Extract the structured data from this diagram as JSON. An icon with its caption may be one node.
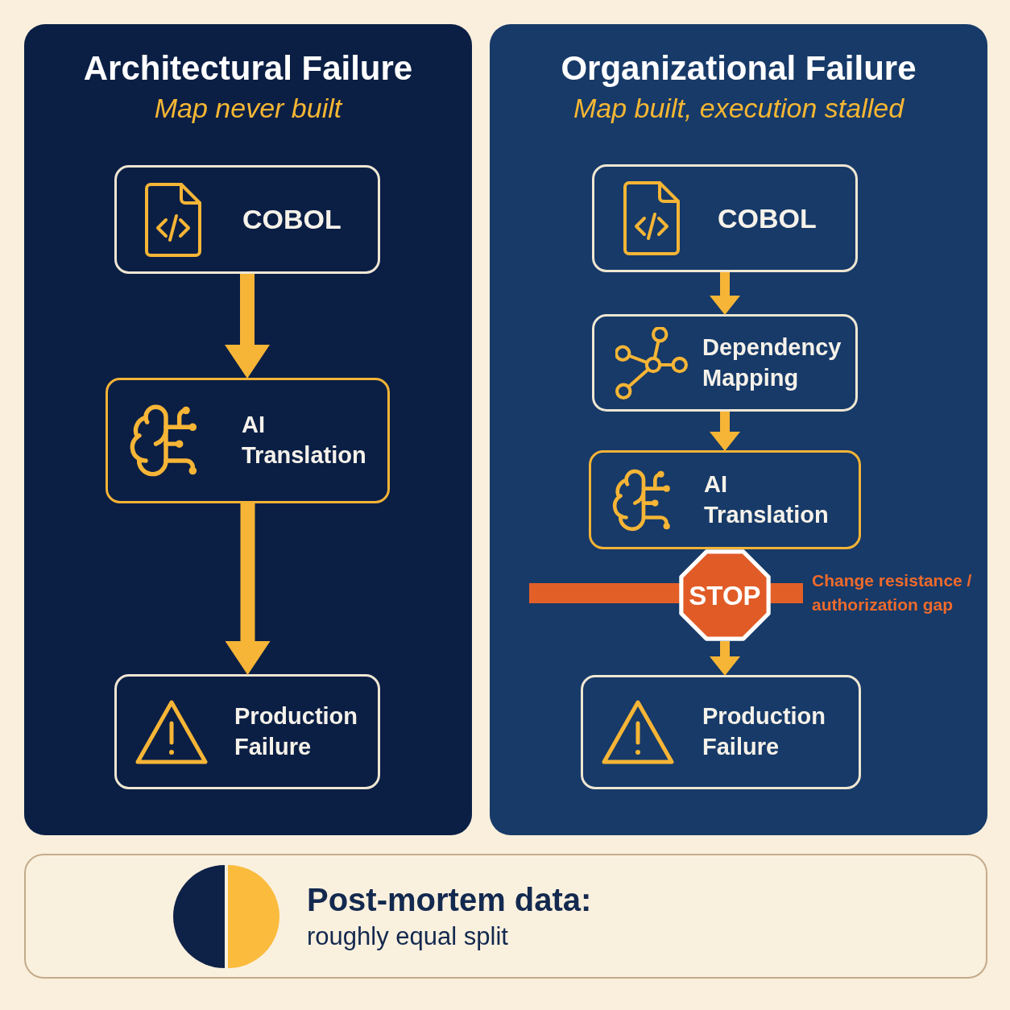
{
  "diagram": {
    "nodes": [
      {
        "text": [
          "Architectural Failure",
          "Map never built"
        ]
      },
      {
        "text": [
          "COBOL"
        ],
        "in": 0
      },
      {
        "text": [
          "AI Translation"
        ],
        "in": 0
      },
      {
        "text": [
          "Production Failure"
        ],
        "in": 0
      },
      {
        "text": [
          "Organizational Failure",
          "Map built, execution stalled"
        ]
      },
      {
        "text": [
          "COBOL"
        ],
        "in": 4
      },
      {
        "text": [
          "Dependency Mapping"
        ],
        "in": 4
      },
      {
        "text": [
          "AI Translation"
        ],
        "in": 4
      },
      {
        "text": [
          "STOP"
        ],
        "in": 4
      },
      {
        "text": [
          "Production Failure"
        ],
        "in": 4
      },
      {
        "text": [
          "Post-mortem data:",
          "roughly equal split"
        ]
      }
    ],
    "edges": [
      {
        "from": 1,
        "to": 2,
        "arrow": "to"
      },
      {
        "from": 2,
        "to": 3,
        "arrow": "to"
      },
      {
        "from": 5,
        "to": 6,
        "arrow": "to"
      },
      {
        "from": 6,
        "to": 7,
        "arrow": "to"
      },
      {
        "from": 8,
        "to": 9,
        "arrow": "to"
      }
    ],
    "labels": [
      "Change resistance / authorization gap"
    ]
  }
}
